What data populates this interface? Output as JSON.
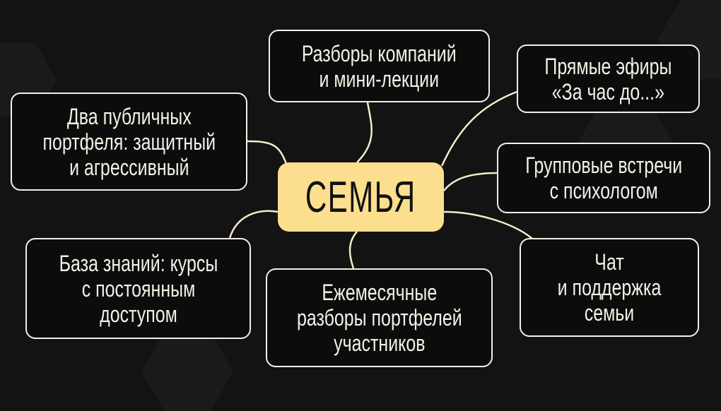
{
  "center": {
    "label": "СЕМЬЯ"
  },
  "nodes": [
    {
      "id": "company-reviews",
      "lines": [
        "Разборы компаний",
        "и мини-лекции"
      ]
    },
    {
      "id": "live-streams",
      "lines": [
        "Прямые эфиры",
        "«За час до...»"
      ]
    },
    {
      "id": "public-portfolios",
      "lines": [
        "Два публичных",
        "портфеля: защитный",
        "и агрессивный"
      ]
    },
    {
      "id": "group-meetings",
      "lines": [
        "Групповые встречи",
        "с психологом"
      ]
    },
    {
      "id": "knowledge-base",
      "lines": [
        "База знаний: курсы",
        "с постоянным",
        "доступом"
      ]
    },
    {
      "id": "monthly-reviews",
      "lines": [
        "Ежемесячные",
        "разборы портфелей",
        "участников"
      ]
    },
    {
      "id": "chat-support",
      "lines": [
        "Чат",
        "и поддержка",
        "семьи"
      ]
    }
  ],
  "colors": {
    "background": "#131313",
    "accent": "#fcdf8e",
    "line": "#f4ecc8"
  }
}
